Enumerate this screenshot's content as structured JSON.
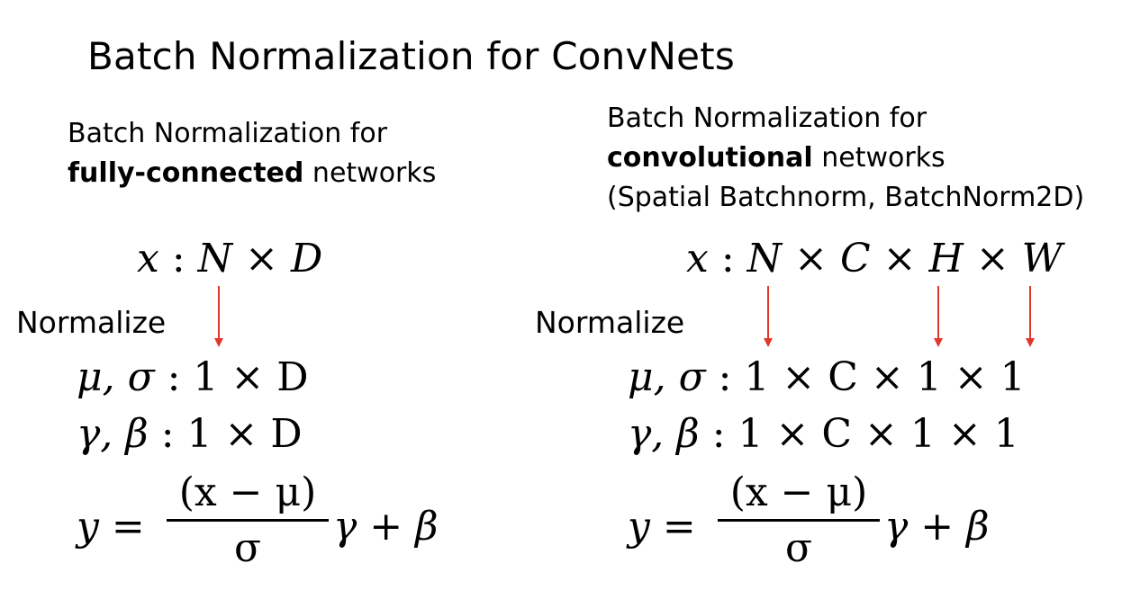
{
  "title": "Batch Normalization for ConvNets",
  "left": {
    "heading_line1": "Batch Normalization for",
    "heading_bold": "fully-connected",
    "heading_rest": " networks",
    "shape": {
      "var": "x",
      "colon": " : ",
      "dims": "N × D"
    },
    "normalize_label": "Normalize",
    "mu_sigma": {
      "vars": "μ, σ",
      "colon": " : ",
      "dims": "1 × D"
    },
    "gamma_beta": {
      "vars": "γ, β",
      "colon": " : ",
      "dims": "1 × D"
    },
    "equation": {
      "lhs": "y = ",
      "numerator": "(x − μ)",
      "denominator": "σ",
      "rhs": "γ + β"
    }
  },
  "right": {
    "heading_line1": "Batch Normalization for",
    "heading_bold": "convolutional",
    "heading_rest": " networks",
    "heading_line3": "(Spatial Batchnorm, BatchNorm2D)",
    "shape": {
      "var": "x",
      "colon": " : ",
      "dims": "N × C × H × W"
    },
    "normalize_label": "Normalize",
    "mu_sigma": {
      "vars": "μ, σ",
      "colon": " : ",
      "dims": "1 × C × 1 × 1"
    },
    "gamma_beta": {
      "vars": "γ, β",
      "colon": " : ",
      "dims": "1 × C × 1 × 1"
    },
    "equation": {
      "lhs": "y = ",
      "numerator": "(x − μ)",
      "denominator": "σ",
      "rhs": "γ + β"
    }
  },
  "colors": {
    "arrow": "#e0392b",
    "text": "#000000"
  }
}
